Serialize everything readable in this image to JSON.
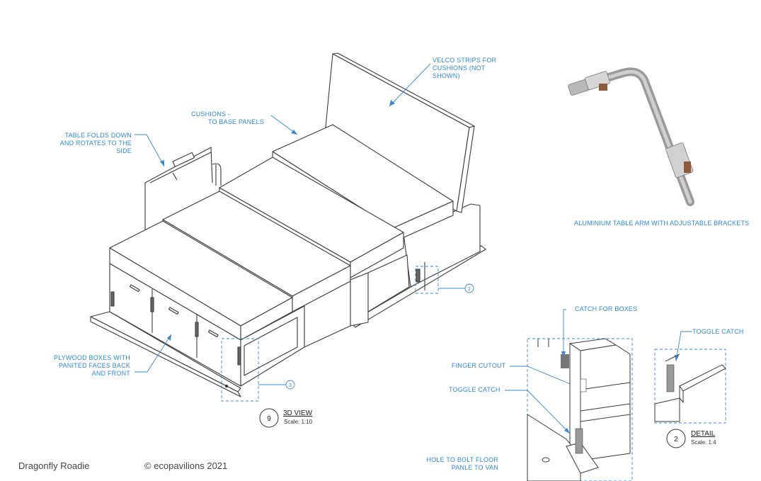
{
  "labels": {
    "velcro": [
      "VELCO STRIPS FOR",
      "CUSHIONS (NOT",
      "SHOWN)"
    ],
    "cushions": [
      "CUSHIONS -",
      "TO BASE PANELS"
    ],
    "table_folds": [
      "TABLE FOLDS DOWN",
      "AND ROTATES TO THE",
      "SIDE"
    ],
    "plywood": [
      "PLYWOOD BOXES WITH",
      "PANITED FACES BACK",
      "AND FRONT"
    ],
    "aluminium_arm": "ALUMINIUM TABLE ARM WITH ADJUSTABLE BRACKETS",
    "catch_for_boxes": "CATCH FOR BOXES",
    "finger_cutout": "FINGER CUTOUT",
    "toggle_catch_left": "TOGGLE CATCH",
    "toggle_catch_right": "TOGGLE CATCH",
    "hole_to_bolt": [
      "HOLE TO BOLT FLOOR",
      "PANLE TO VAN"
    ]
  },
  "callouts": {
    "detail_2": "2",
    "detail_3": "3"
  },
  "views": {
    "main": {
      "number": "9",
      "title": "3D VIEW",
      "scale": "Scale: 1:10"
    },
    "detail": {
      "number": "2",
      "title": "DETAIL",
      "scale": "Scale: 1:4"
    }
  },
  "footer": {
    "project": "Dragonfly Roadie",
    "copyright": "© ecopavilions 2021"
  }
}
